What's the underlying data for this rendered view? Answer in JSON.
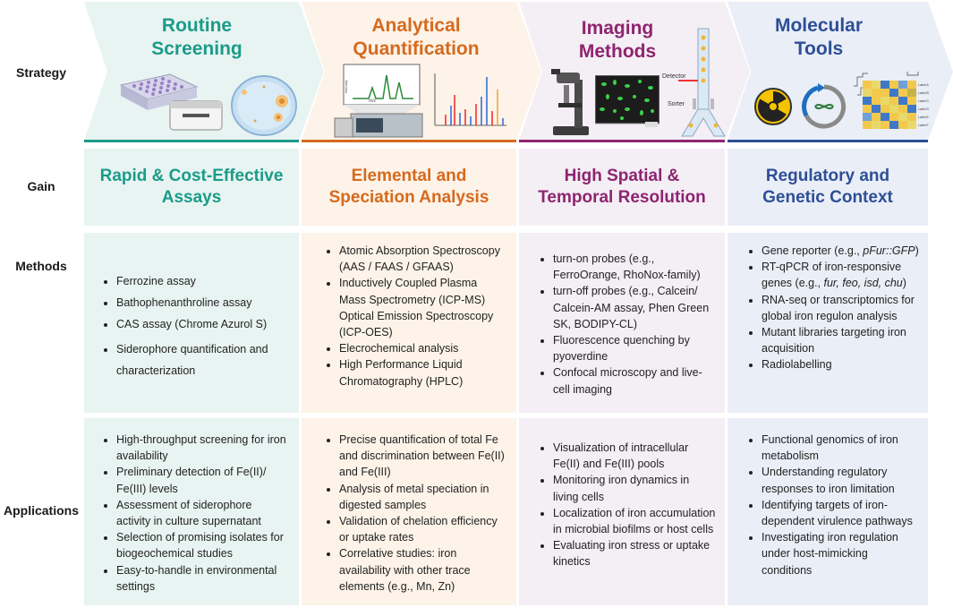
{
  "row_labels": {
    "strategy": "Strategy",
    "gain": "Gain",
    "methods": "Methods",
    "applications": "Applications"
  },
  "columns": [
    {
      "title_lines": [
        "Routine",
        "Screening"
      ],
      "color": "#1b9b8a",
      "bg": "#e8f4f1",
      "gain_lines": [
        "Rapid & Cost-Effective",
        "Assays"
      ],
      "methods": [
        "Ferrozine assay",
        "Bathophenanthroline assay",
        "CAS assay (Chrome Azurol S)",
        "Siderophore quantification and characterization"
      ],
      "applications": [
        "High-throughput screening for iron availability",
        "Preliminary detection of Fe(II)/ Fe(III) levels",
        "Assessment of siderophore activity in culture supernatant",
        "Selection of promising isolates for biogeochemical studies",
        "Easy-to-handle in environmental settings"
      ]
    },
    {
      "title_lines": [
        "Analytical",
        "Quantification"
      ],
      "color": "#d66a1e",
      "bg": "#fdf3e8",
      "gain_lines": [
        "Elemental and",
        "Speciation Analysis"
      ],
      "methods": [
        "Atomic Absorption Spectroscopy (AAS / FAAS / GFAAS)",
        "Inductively Coupled Plasma Mass Spectrometry (ICP-MS) Optical Emission Spectroscopy (ICP-OES)",
        "Elecrochemical analysis",
        "High Performance Liquid Chromatography (HPLC)"
      ],
      "applications": [
        "Precise quantification of total Fe and discrimination between Fe(II) and Fe(III)",
        "Analysis of metal speciation in digested samples",
        "Validation of chelation efficiency or uptake rates",
        "Correlative studies: iron availability with other trace elements (e.g., Mn, Zn)"
      ]
    },
    {
      "title_lines": [
        "Imaging",
        "Methods"
      ],
      "color": "#8e2470",
      "bg": "#f4eef5",
      "gain_lines": [
        "High Spatial &",
        "Temporal Resolution"
      ],
      "methods": [
        "turn-on probes  (e.g., FerroOrange, RhoNox-family)",
        "turn-off probes (e.g., Calcein/ Calcein-AM assay, Phen Green SK, BODIPY-CL)",
        "Fluorescence quenching by pyoverdine",
        "Confocal microscopy and live-cell imaging"
      ],
      "applications": [
        "Visualization of intracellular Fe(II) and Fe(III) pools",
        "Monitoring iron dynamics in living cells",
        "Localization of iron accumulation in microbial biofilms or host cells",
        "Evaluating iron stress or uptake kinetics"
      ]
    },
    {
      "title_lines": [
        "Molecular",
        "Tools"
      ],
      "color": "#2e4f96",
      "bg": "#eaeef7",
      "gain_lines": [
        "Regulatory and",
        "Genetic Context"
      ],
      "methods": [
        {
          "pre": "Gene reporter (e.g., ",
          "ital": "pFur::GFP",
          "post": ")"
        },
        {
          "pre": "RT-qPCR of iron-responsive genes (e.g., ",
          "ital": "fur, feo, isd, chu",
          "post": ")"
        },
        {
          "pre": "RNA-seq or transcriptomics for global iron regulon analysis"
        },
        {
          "pre": "Mutant libraries targeting iron acquisition"
        },
        {
          "pre": "Radiolabelling"
        }
      ],
      "applications": [
        "Functional genomics of iron metabolism",
        "Understanding regulatory responses to iron limitation",
        "Identifying targets of iron-dependent virulence pathways",
        "Investigating iron regulation under host-mimicking conditions"
      ]
    }
  ],
  "illustration_text": {
    "ms_intensity": "intensity",
    "ms_mz": "m/z",
    "detector": "Detector",
    "sorter": "Sorter",
    "heatmap_labels": [
      "Label A",
      "Label B",
      "Label C",
      "Label D",
      "Label E",
      "Label F"
    ]
  },
  "icons": [
    "microplate-reader-icon",
    "petri-dish-icon",
    "mass-spectrometer-icon",
    "mass-spectrum-chart-icon",
    "microscope-icon",
    "fluorescence-image-icon",
    "flow-sorter-icon",
    "radiation-icon",
    "dna-cycle-icon",
    "heatmap-icon"
  ]
}
